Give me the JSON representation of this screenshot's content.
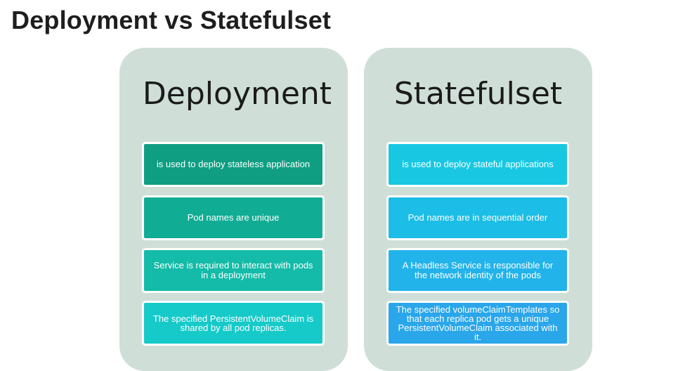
{
  "slide": {
    "title": "Deployment vs Statefulset"
  },
  "panels": [
    {
      "heading": "Deployment",
      "background": "#cfdfd8",
      "cards": [
        {
          "text": "is used to deploy stateless application",
          "color": "#0f9e82"
        },
        {
          "text": "Pod names are unique",
          "color": "#11ac94"
        },
        {
          "text": "Service is required to interact with pods in a deployment",
          "color": "#13bba8"
        },
        {
          "text": "The specified PersistentVolumeClaim is shared by all pod replicas.",
          "color": "#15cac8"
        }
      ]
    },
    {
      "heading": "Statefulset",
      "background": "#cfdfd8",
      "cards": [
        {
          "text": "is used to deploy stateful applications",
          "color": "#18c8e2"
        },
        {
          "text": "Pod names are in sequential order",
          "color": "#1cbde6"
        },
        {
          "text": "A Headless Service is responsible for the network identity of the pods",
          "color": "#22b3ea"
        },
        {
          "text": "The specified volumeClaimTemplates so that each replica pod gets a unique PersistentVolumeClaim associated with it.",
          "color": "#2aa6ea"
        }
      ]
    }
  ]
}
